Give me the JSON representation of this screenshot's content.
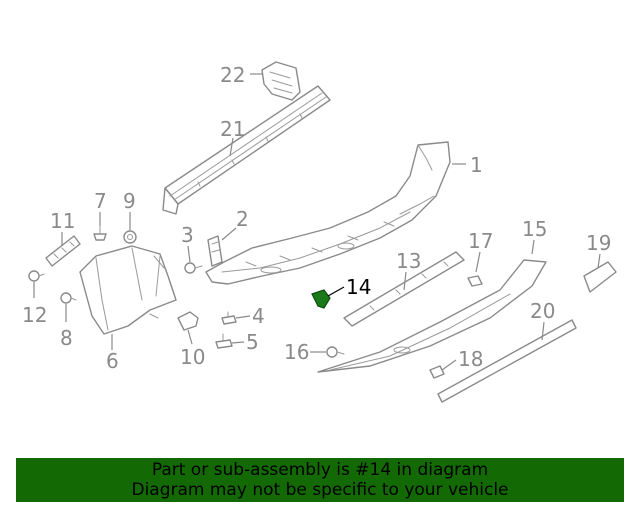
{
  "colors": {
    "line": "#8a8a8a",
    "highlight_part": "#1a7a1a",
    "banner_bg": "#136a04",
    "banner_text": "#000000"
  },
  "callouts": {
    "c1": "1",
    "c2": "2",
    "c3": "3",
    "c4": "4",
    "c5": "5",
    "c6": "6",
    "c7": "7",
    "c8": "8",
    "c9": "9",
    "c10": "10",
    "c11": "11",
    "c12": "12",
    "c13": "13",
    "c14": "14",
    "c15": "15",
    "c16": "16",
    "c17": "17",
    "c18": "18",
    "c19": "19",
    "c20": "20",
    "c21": "21",
    "c22": "22"
  },
  "highlighted_callout": "14",
  "banner": {
    "line1": "Part or sub-assembly is #14 in diagram",
    "line2": "Diagram may not be specific to your vehicle"
  }
}
